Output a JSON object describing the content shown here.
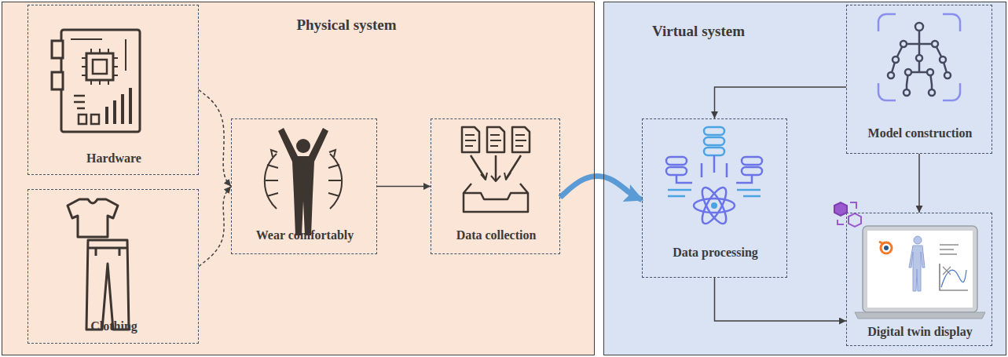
{
  "diagram": {
    "nodes": [
      {
        "text": [
          "Physical system"
        ]
      },
      {
        "text": [
          "Hardware"
        ],
        "in": 0
      },
      {
        "text": [
          "Clothing"
        ],
        "in": 0
      },
      {
        "text": [
          "Wear comfortably"
        ],
        "in": 0
      },
      {
        "text": [
          "Data collection"
        ],
        "in": 0
      },
      {
        "text": [
          "Virtual system"
        ]
      },
      {
        "text": [
          "Model construction"
        ],
        "in": 5
      },
      {
        "text": [
          "Data processing"
        ],
        "in": 5
      },
      {
        "text": [
          "Digital twin display"
        ],
        "in": 5
      }
    ],
    "edges": [
      {
        "from": 1,
        "to": 3,
        "arrow": "to"
      },
      {
        "from": 2,
        "to": 3,
        "arrow": "to"
      },
      {
        "from": 3,
        "to": 4,
        "arrow": "to"
      },
      {
        "from": 4,
        "to": 7,
        "arrow": "to"
      },
      {
        "from": 6,
        "to": 7,
        "arrow": "to"
      },
      {
        "from": 6,
        "to": 8,
        "arrow": "to"
      },
      {
        "from": 7,
        "to": 8,
        "arrow": "to"
      }
    ]
  }
}
